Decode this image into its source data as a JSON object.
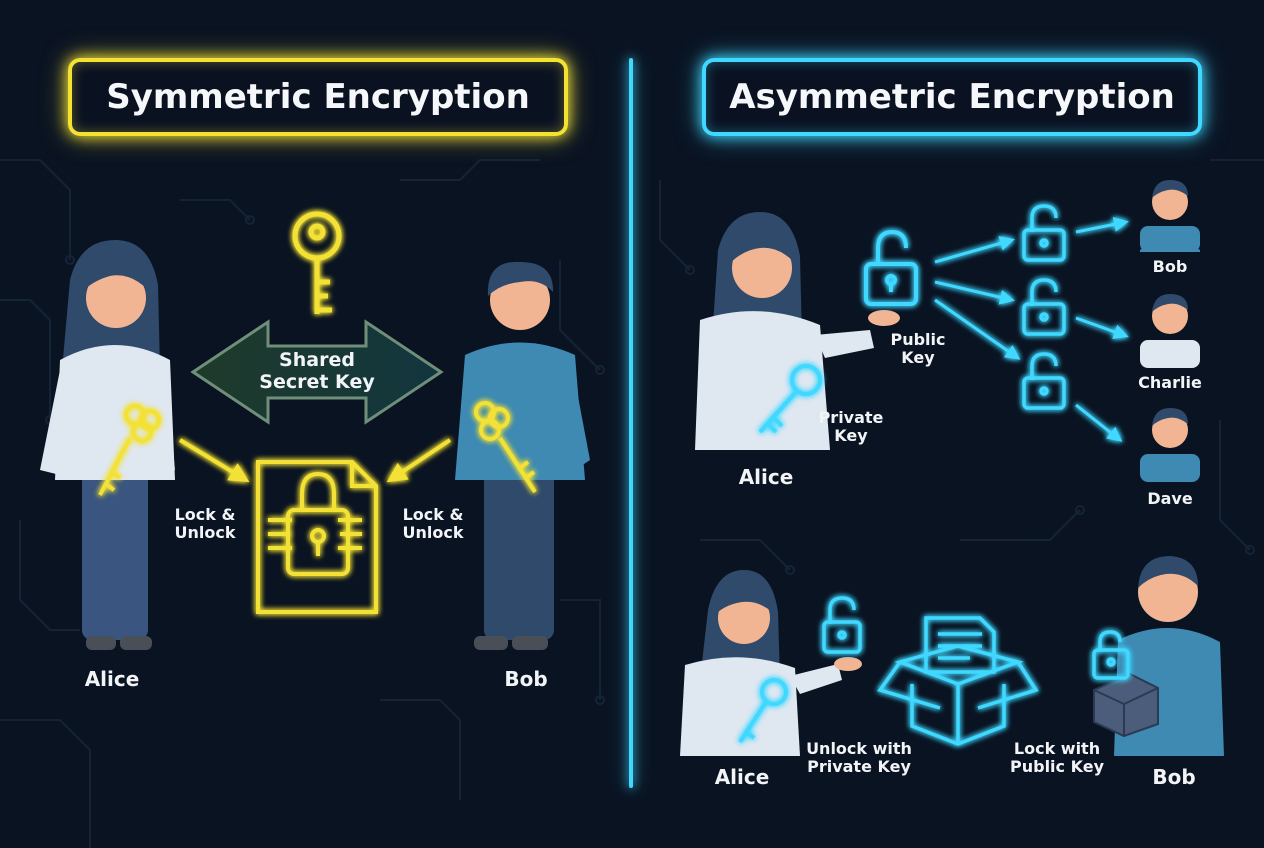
{
  "symmetric": {
    "title": "Symmetric Encryption",
    "shared_key_line1": "Shared",
    "shared_key_line2": "Secret Key",
    "left_action_line1": "Lock &",
    "left_action_line2": "Unlock",
    "right_action_line1": "Lock &",
    "right_action_line2": "Unlock",
    "left_person": "Alice",
    "right_person": "Bob",
    "accent_color": "#f3e234"
  },
  "asymmetric": {
    "title": "Asymmetric Encryption",
    "public_key_line1": "Public",
    "public_key_line2": "Key",
    "private_key_line1": "Private",
    "private_key_line2": "Key",
    "sender": "Alice",
    "recipients": [
      "Bob",
      "Charlie",
      "Dave"
    ],
    "bottom_receiver": "Alice",
    "bottom_sender": "Bob",
    "unlock_line1": "Unlock with",
    "unlock_line2": "Private Key",
    "lock_line1": "Lock with",
    "lock_line2": "Public Key",
    "accent_color": "#3fd8ff"
  },
  "icons": [
    "key-icon",
    "padlock-icon",
    "open-padlock-icon",
    "document-icon",
    "open-box-icon",
    "person-icon",
    "double-arrow-icon"
  ]
}
